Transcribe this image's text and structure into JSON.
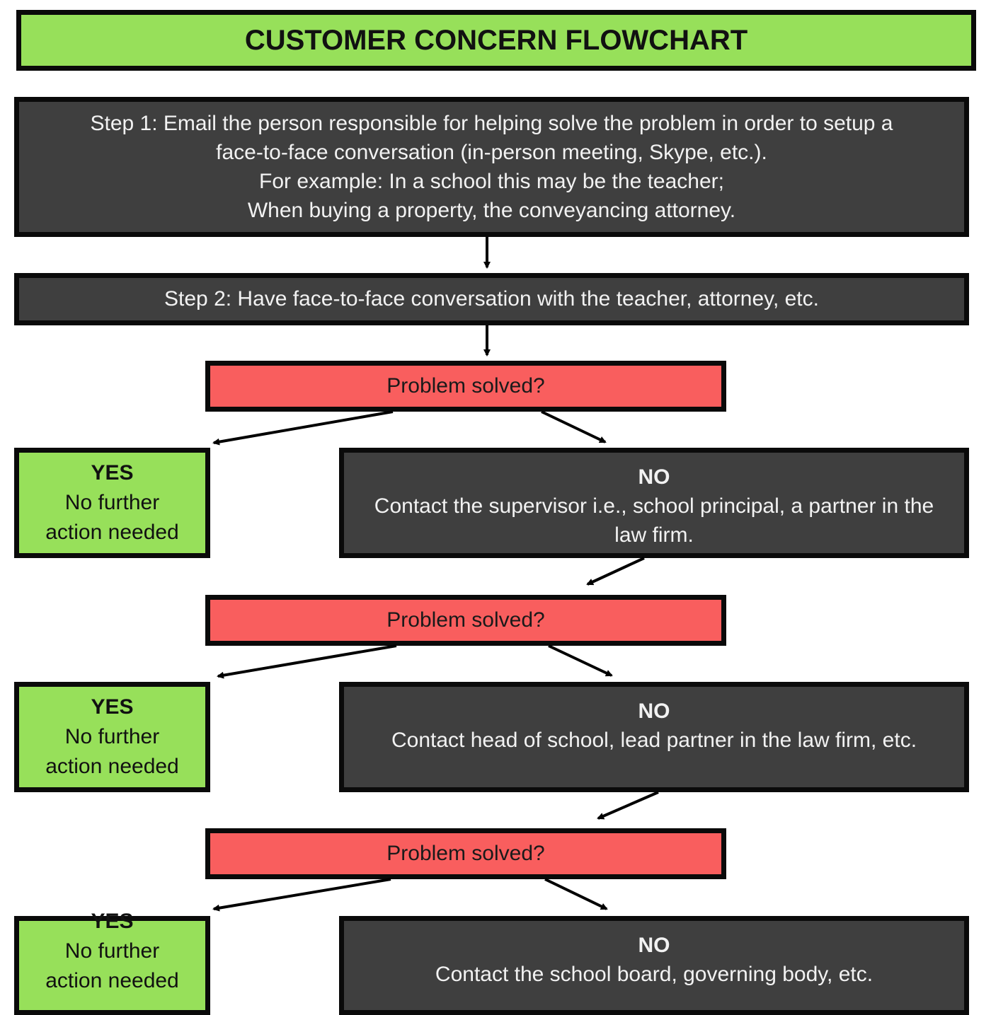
{
  "title": "CUSTOMER CONCERN FLOWCHART",
  "step1": {
    "lines": [
      "Step 1: Email the person responsible for helping solve the problem in order to setup a",
      "face-to-face conversation (in-person meeting, Skype, etc.).",
      "For example: In a school this may be the teacher;",
      "When buying a property, the conveyancing attorney."
    ]
  },
  "step2": {
    "text": "Step 2: Have face-to-face conversation with the teacher, attorney, etc."
  },
  "levels": [
    {
      "decision": "Problem solved?",
      "yes": {
        "heading": "YES",
        "lines": [
          "No further",
          "action needed"
        ]
      },
      "no": {
        "heading": "NO",
        "text": "Contact the supervisor i.e., school principal, a partner in the law firm."
      }
    },
    {
      "decision": "Problem solved?",
      "yes": {
        "heading": "YES",
        "lines": [
          "No further",
          "action needed"
        ]
      },
      "no": {
        "heading": "NO",
        "text": "Contact head of school, lead partner in the law firm, etc."
      }
    },
    {
      "decision": "Problem solved?",
      "yes": {
        "heading": "YES",
        "lines": [
          "No further",
          "action needed"
        ]
      },
      "no": {
        "heading": "NO",
        "text": "Contact the school board, governing body, etc."
      }
    }
  ],
  "colors": {
    "green": "#97e05a",
    "dark": "#3f3f3f",
    "red": "#f95e5e",
    "border": "#0a0a0a"
  }
}
